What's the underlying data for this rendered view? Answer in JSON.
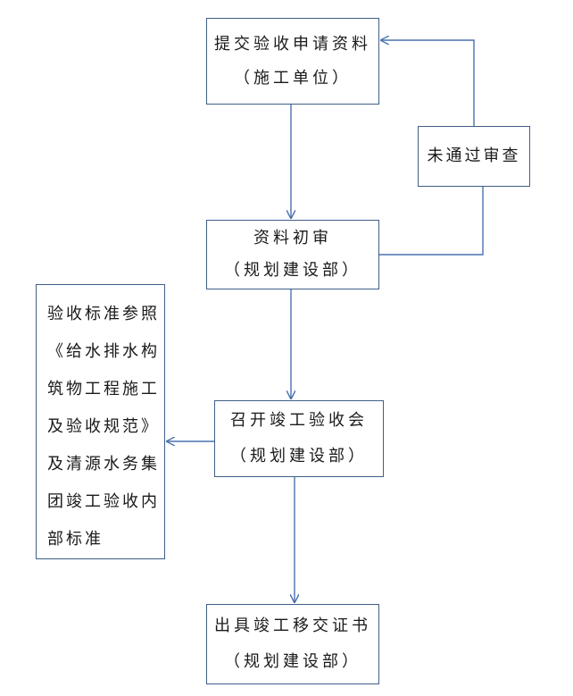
{
  "diagram": {
    "nodes": [
      {
        "id": "submit",
        "line1": "提交验收申请资料",
        "line2": "（施工单位）"
      },
      {
        "id": "review",
        "line1": "资料初审",
        "line2": "（规划建设部）"
      },
      {
        "id": "meeting",
        "line1": "召开竣工验收会",
        "line2": "（规划建设部）"
      },
      {
        "id": "certificate",
        "line1": "出具竣工移交证书",
        "line2": "（规划建设部）"
      },
      {
        "id": "rejected",
        "label": "未通过审查"
      },
      {
        "id": "standard",
        "lines": [
          "验收标准参照",
          "《给水排水构",
          "筑物工程施工",
          "及验收规范》",
          "及清源水务集",
          "团竣工验收内",
          "部标准"
        ]
      }
    ],
    "edges": [
      {
        "from": "submit",
        "to": "review"
      },
      {
        "from": "review",
        "to": "meeting"
      },
      {
        "from": "meeting",
        "to": "certificate"
      },
      {
        "from": "meeting",
        "to": "standard"
      },
      {
        "from": "review",
        "to": "rejected"
      },
      {
        "from": "rejected",
        "to": "submit"
      }
    ],
    "line_color": "#4a72b0",
    "border_color": "#3f5f86"
  }
}
